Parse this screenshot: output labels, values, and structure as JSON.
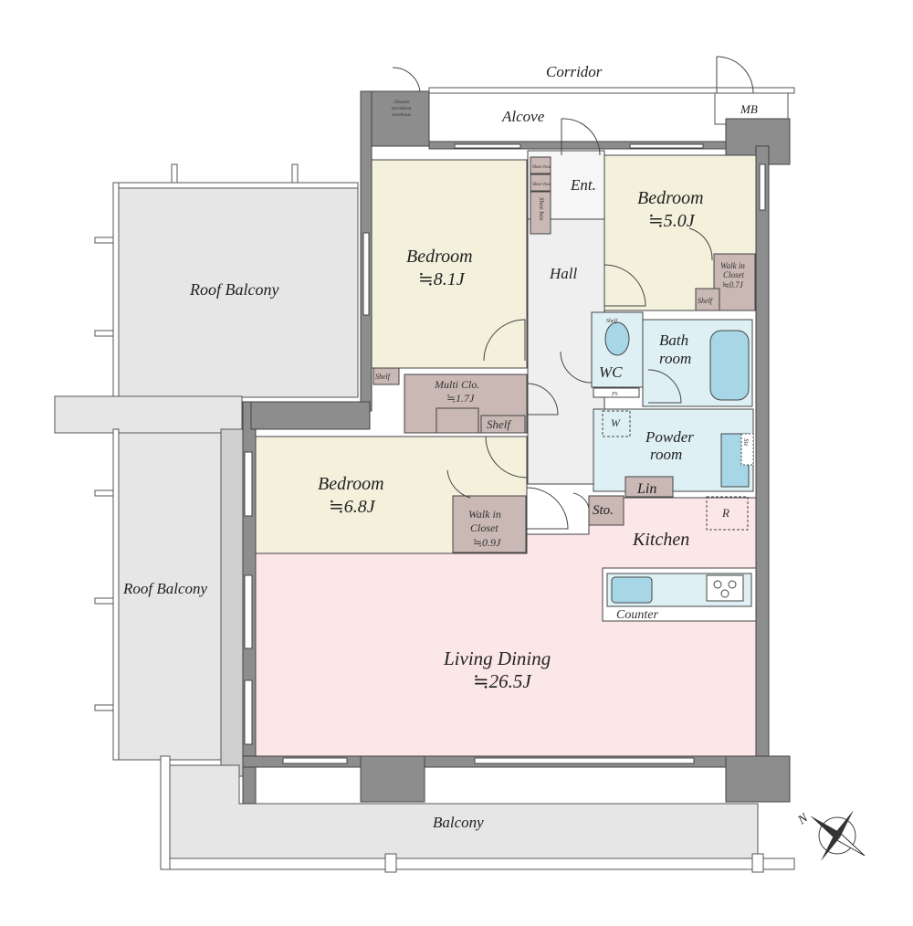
{
  "rooms": {
    "corridor": "Corridor",
    "alcove": "Alcove",
    "mb": "MB",
    "disaster_line1": "Disaster",
    "disaster_line2": "prevention",
    "disaster_line3": "warehouse",
    "roof_balcony_top": "Roof Balcony",
    "roof_balcony_left": "Roof Balcony",
    "bedroom_8": {
      "name": "Bedroom",
      "size": "≒8.1J"
    },
    "bedroom_5": {
      "name": "Bedroom",
      "size": "≒5.0J"
    },
    "bedroom_6": {
      "name": "Bedroom",
      "size": "≒6.8J"
    },
    "shoe_box_1": "Shoe box",
    "shoe_box_2": "Shoe box",
    "shoe_box_3": "Shoe box",
    "ent": "Ent.",
    "hall": "Hall",
    "walk_in_closet_a": {
      "line1": "Walk in",
      "line2": "Closet",
      "size": "≒0.7J"
    },
    "walk_in_closet_b": {
      "line1": "Walk in",
      "line2": "Closet",
      "size": "≒0.9J"
    },
    "shelf_a": "Shelf",
    "shelf_b": "Shelf",
    "shelf_c": "Shelf",
    "shelf_wc": "Shelf",
    "multi_clo": {
      "name": "Multi Clo.",
      "size": "≒1.7J"
    },
    "wc": "WC",
    "ps": "PS",
    "bath": {
      "line1": "Bath",
      "line2": "room"
    },
    "powder": {
      "line1": "Powder",
      "line2": "room"
    },
    "w": "W",
    "ste": "Ste",
    "lin": "Lin",
    "sto": "Sto.",
    "r": "R",
    "kitchen": "Kitchen",
    "counter": "Counter",
    "living": {
      "name": "Living Dining",
      "size": "≒26.5J"
    },
    "balcony": "Balcony"
  },
  "compass": {
    "north": "N"
  },
  "colors": {
    "bedroom": "#f3f0dc",
    "hall": "#efefef",
    "living": "#fbe6e8",
    "closet": "#c9b8b3",
    "wet": "#dff0f4",
    "balcony": "#e6e6e6",
    "wall": "#8d8d8d"
  }
}
